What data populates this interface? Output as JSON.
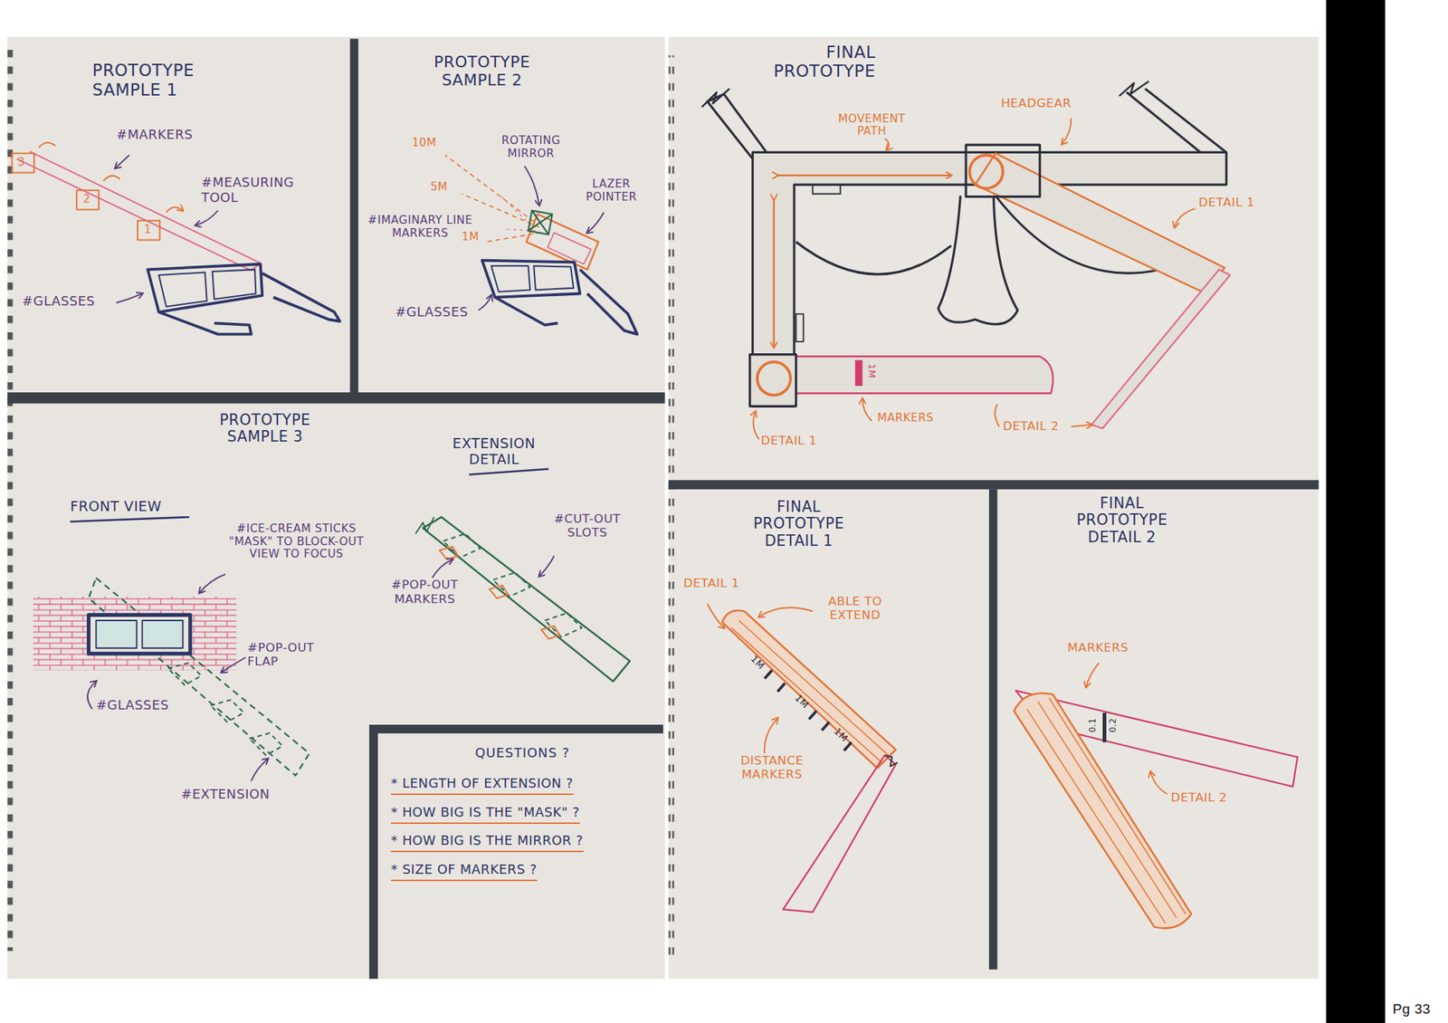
{
  "diagram": {
    "nodes": [
      {
        "text": [
          "QUESTIONS ?",
          "* LENGTH OF EXTENSION ?",
          "* HOW BIG IS THE \"MASK\" ?",
          "* HOW BIG IS THE MIRROR ?",
          "* SIZE OF MARKERS ?"
        ]
      }
    ],
    "labels": [
      "PROTOTYPE SAMPLE 1",
      "#MARKERS",
      "#MEASURING TOOL",
      "#GLASSES",
      "1",
      "2",
      "3",
      "PROTOTYPE SAMPLE 2",
      "10M",
      "5M",
      "1M",
      "ROTATING MIRROR",
      "LAZER POINTER",
      "#IMAGINARY LINE MARKERS",
      "#GLASSES",
      "PROTOTYPE SAMPLE 3",
      "FRONT VIEW",
      "#ICE-CREAM STICKS \"MASK\" TO BLOCK-OUT VIEW TO FOCUS",
      "#POP-OUT FLAP",
      "#GLASSES",
      "#EXTENSION",
      "EXTENSION DETAIL",
      "#CUT-OUT SLOTS",
      "#POP-OUT MARKERS",
      "FINAL PROTOTYPE",
      "MOVEMENT PATH",
      "HEADGEAR",
      "DETAIL 1",
      "1M",
      "DETAIL 1",
      "MARKERS",
      "DETAIL 2",
      "FINAL PROTOTYPE DETAIL 1",
      "DETAIL 1",
      "ABLE TO EXTEND",
      "1M",
      "1M",
      "1M",
      "DISTANCE MARKERS",
      "FINAL PROTOTYPE DETAIL 2",
      "MARKERS",
      "0.1",
      "0.2",
      "DETAIL 2",
      "Pg 33"
    ]
  }
}
